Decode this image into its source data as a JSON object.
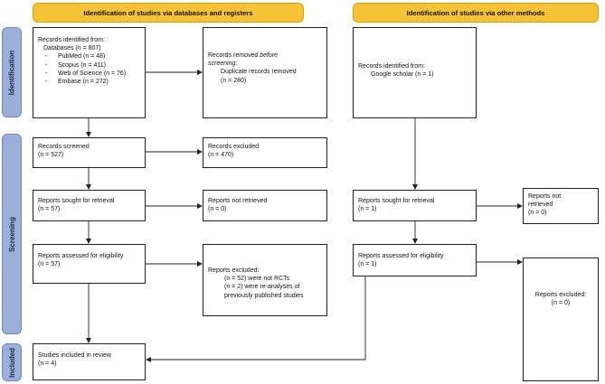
{
  "headers": {
    "left": "Identification of studies via databases and registers",
    "right": "Identification of studies via other methods"
  },
  "phases": {
    "identification": "Identification",
    "screening": "Screening",
    "included": "Included"
  },
  "boxes": {
    "records_identified": {
      "title": "Records identified from:",
      "databases": "Databases (n = 807)",
      "items": [
        {
          "dash": "-",
          "text": "PubMed (n = 48)"
        },
        {
          "dash": "-",
          "text": "Scopus (n = 411)"
        },
        {
          "dash": "-",
          "text": "Web of Science (n = 76)"
        },
        {
          "dash": "-",
          "text": "Embase (n = 272)"
        }
      ]
    },
    "records_removed": {
      "line1": "Records removed ",
      "line1_em": "before",
      "line2_em": "screening",
      "line2_colon": ":",
      "line3": "Duplicate records removed",
      "line4": "(n = 280)"
    },
    "records_screened": {
      "line1": "Records screened",
      "line2": "(n = 527)"
    },
    "records_excluded": {
      "line1": "Records excluded",
      "line2": "(n = 470)"
    },
    "reports_sought": {
      "line1": "Reports sought for retrieval",
      "line2": "(n = 57)"
    },
    "reports_not_retrieved": {
      "line1": "Reports not retrieved",
      "line2": "(n = 0)"
    },
    "reports_assessed": {
      "line1": "Reports assessed for eligibility",
      "line2": "(n = 57)"
    },
    "reports_excluded": {
      "line1": "Reports excluded:",
      "line2": "(n = 52) were not RCTs",
      "line3": "(n = 2) were re-analyses of",
      "line4": "previously published studies"
    },
    "studies_included": {
      "line1": "Studies included in review",
      "line2": "(n = 4)"
    },
    "other_records_identified": {
      "line1": "Records identified from:",
      "line2": "Google scholar (n = 1)"
    },
    "other_reports_sought": {
      "line1": "Reports sought for retrieval",
      "line2": "(n = 1)"
    },
    "other_reports_not_retrieved": {
      "line1": "Reports not",
      "line2": "retrieved",
      "line3": "(n = 0)"
    },
    "other_reports_assessed": {
      "line1": "Reports assessed for eligibility",
      "line2": "(n = 1)"
    },
    "other_reports_excluded": {
      "line1": "Reports excluded:",
      "line2": "(n = 0)"
    }
  },
  "colors": {
    "header_fill": "#f7c233",
    "phase_fill": "#9ab0d9",
    "box_border": "#222222"
  }
}
